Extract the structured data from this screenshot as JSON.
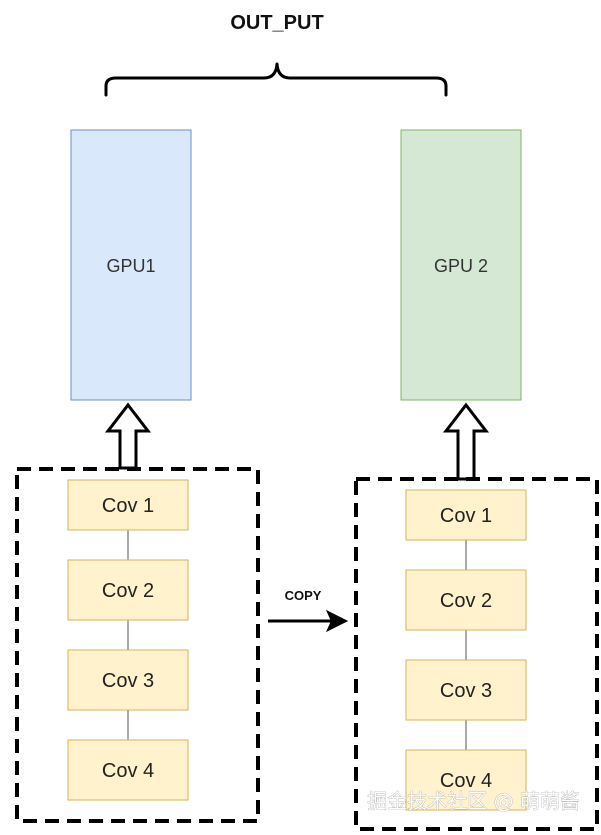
{
  "title": "OUT_PUT",
  "gpu1": {
    "label": "GPU1"
  },
  "gpu2": {
    "label": "GPU 2"
  },
  "copy": {
    "label": "COPY"
  },
  "left_stack": [
    "Cov 1",
    "Cov 2",
    "Cov 3",
    "Cov 4"
  ],
  "right_stack": [
    "Cov 1",
    "Cov 2",
    "Cov 3",
    "Cov 4"
  ],
  "watermark": "掘金技术社区 @ 萌萌酱",
  "colors": {
    "gpu1_fill": "#dae8fc",
    "gpu1_stroke": "#6c8ebf",
    "gpu2_fill": "#d5e8d4",
    "gpu2_stroke": "#82b366",
    "cov_fill": "#fff2cc",
    "cov_stroke": "#d6b656"
  }
}
